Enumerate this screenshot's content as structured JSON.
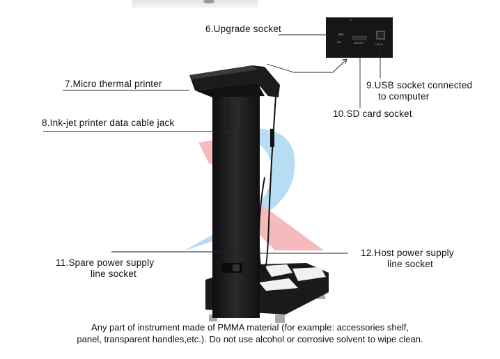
{
  "labels": {
    "upgrade": "6.Upgrade socket",
    "printer": "7.Micro thermal printer",
    "inkjet": "8.Ink-jet printer data cable jack",
    "usb_line1": "9.USB socket connected",
    "usb_line2": "to computer",
    "sd": "10.SD card socket",
    "spare_line1": "11.Spare power supply",
    "spare_line2": "line socket",
    "host_line1": "12.Host power supply",
    "host_line2": "line socket"
  },
  "note": {
    "line1": "Any part of instrument made of PMMA material (for example: accessories shelf,",
    "line2": "panel, transparent handles,etc.). Do not  use alcohol or corrosive solvent to wipe clean."
  },
  "colors": {
    "watermark_red": "#e8474d",
    "watermark_blue": "#2a9ad8",
    "device": "#1c1c1e"
  }
}
